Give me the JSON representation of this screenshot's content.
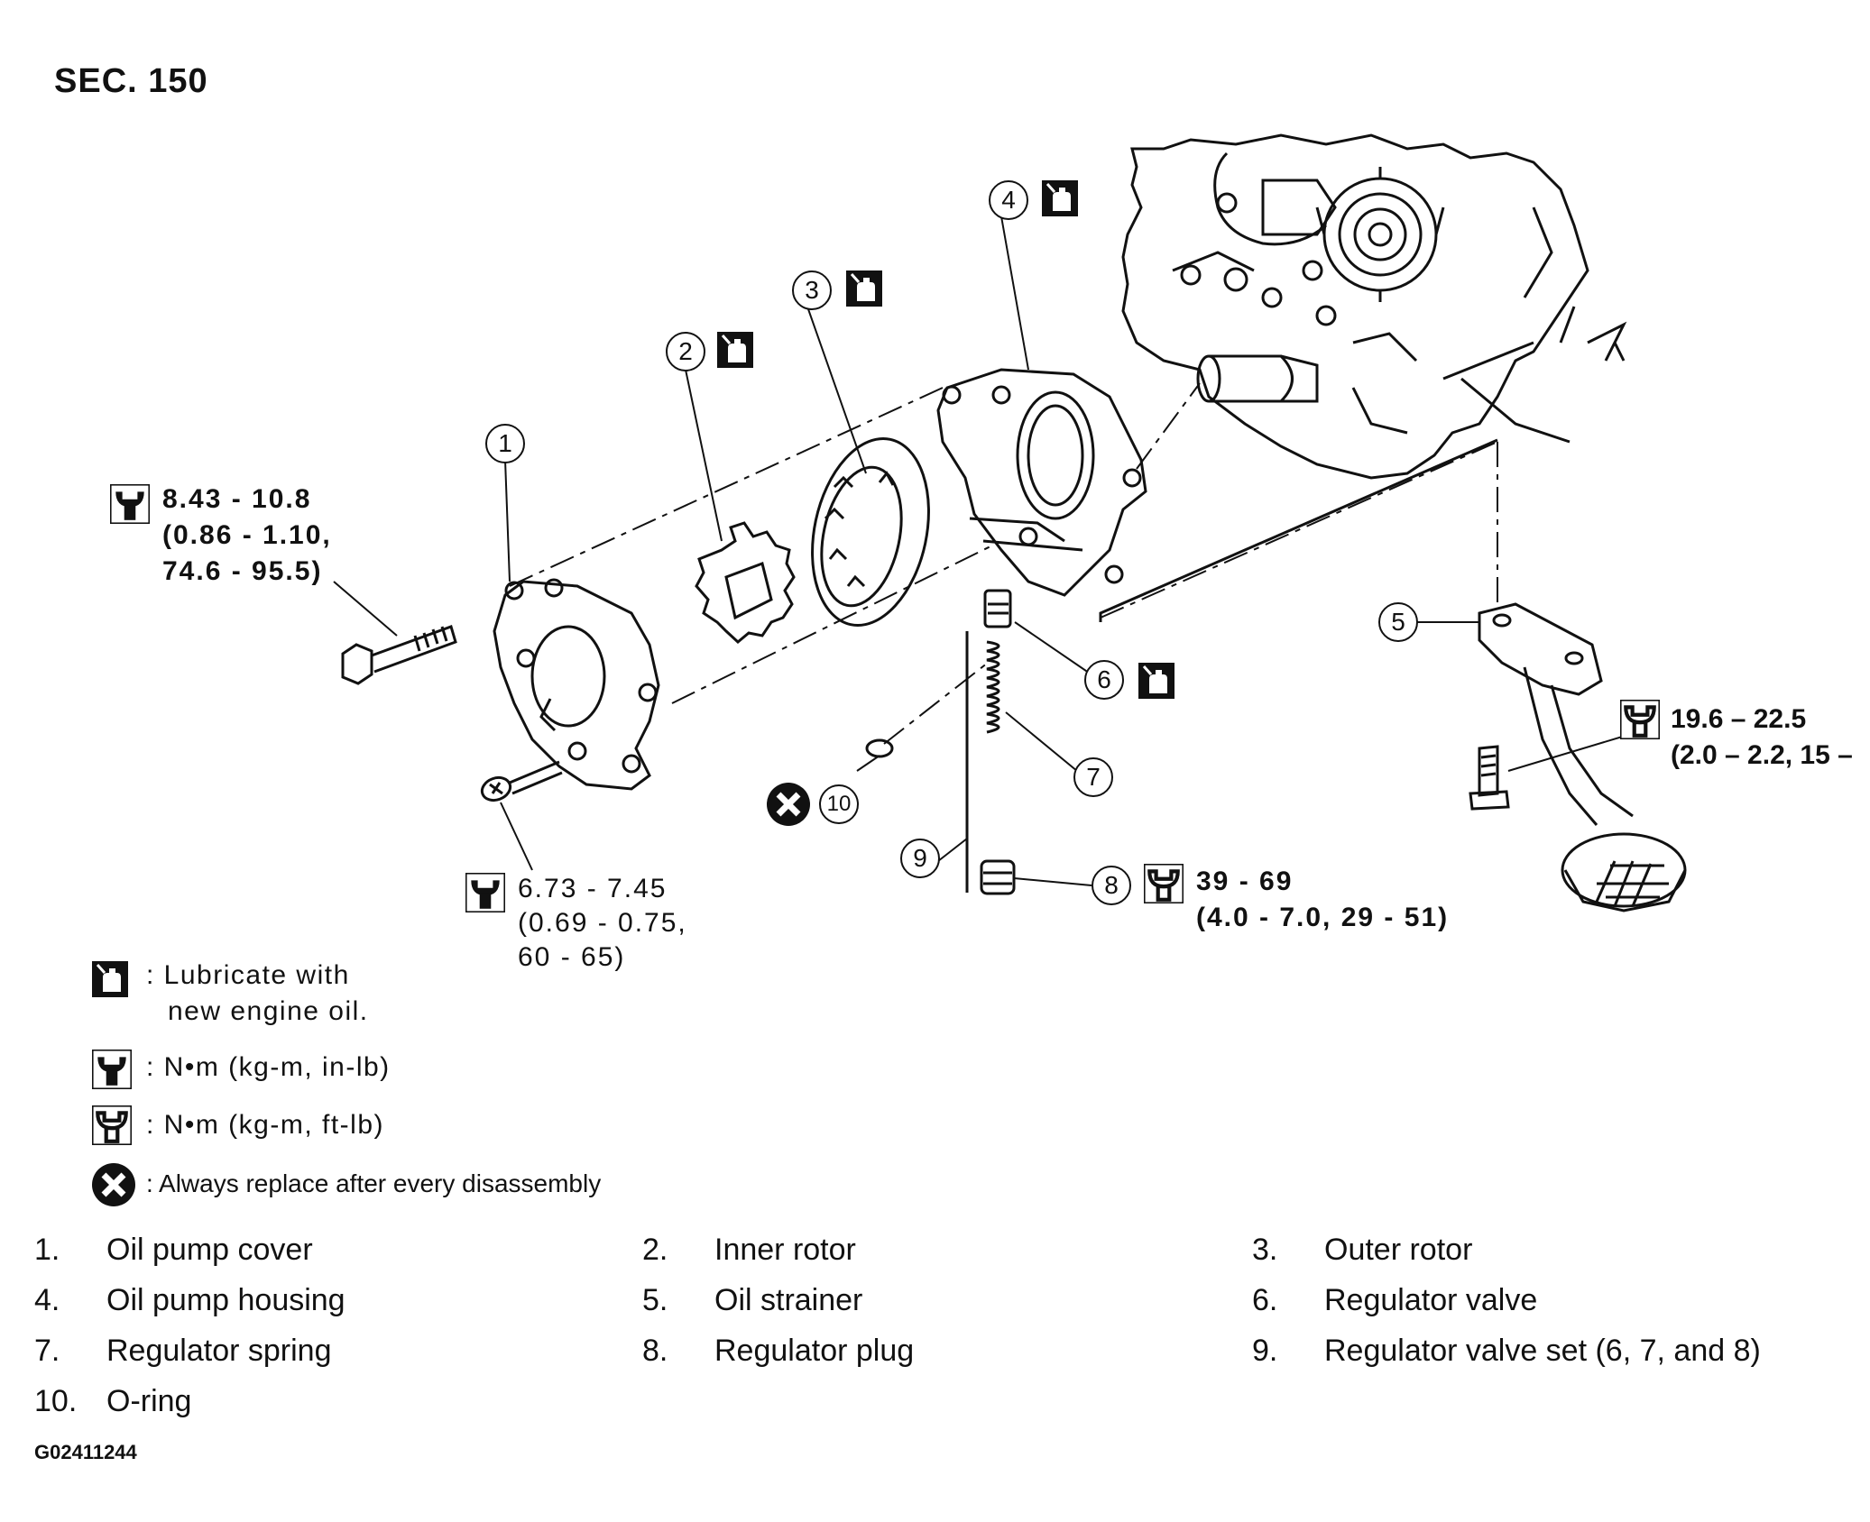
{
  "header": {
    "section": "SEC. 150"
  },
  "callouts": [
    "1",
    "2",
    "3",
    "4",
    "5",
    "6",
    "7",
    "8",
    "9",
    "10"
  ],
  "torque_specs": {
    "bolt_cover": [
      "8.43 - 10.8",
      "(0.86 - 1.10,",
      "74.6 - 95.5)"
    ],
    "screw_cover": [
      "6.73 - 7.45",
      "(0.69 - 0.75,",
      "60 - 65)"
    ],
    "strainer_bolt": [
      "19.6 – 22.5",
      "(2.0 – 2.2, 15 –"
    ],
    "regulator_plug": [
      "39 - 69",
      "(4.0 - 7.0, 29 - 51)"
    ]
  },
  "legend": {
    "lubricate": [
      ": Lubricate with",
      "new engine oil."
    ],
    "torque_in_lb": ": N•m (kg-m, in-lb)",
    "torque_ft_lb": ": N•m (kg-m, ft-lb)",
    "replace": ": Always replace after every disassembly"
  },
  "parts": [
    {
      "num": "1.",
      "name": "Oil pump cover"
    },
    {
      "num": "2.",
      "name": "Inner rotor"
    },
    {
      "num": "3.",
      "name": "Outer rotor"
    },
    {
      "num": "4.",
      "name": "Oil pump housing"
    },
    {
      "num": "5.",
      "name": "Oil strainer"
    },
    {
      "num": "6.",
      "name": "Regulator valve"
    },
    {
      "num": "7.",
      "name": "Regulator spring"
    },
    {
      "num": "8.",
      "name": "Regulator plug"
    },
    {
      "num": "9.",
      "name": "Regulator valve set (6, 7, and 8)"
    },
    {
      "num": "10.",
      "name": "O-ring"
    }
  ],
  "figure_code": "G02411244",
  "icons": [
    "oil-can-icon",
    "torque-wrench-in-lb-icon",
    "torque-wrench-ft-lb-icon",
    "replace-x-icon"
  ]
}
